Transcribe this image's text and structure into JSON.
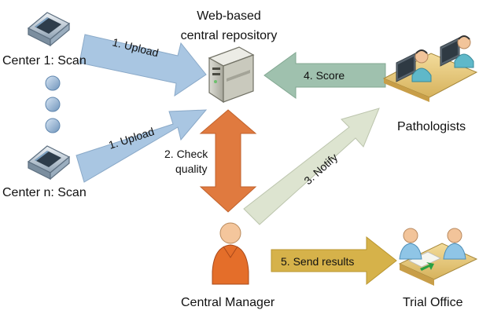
{
  "nodes": {
    "center1": "Center 1: Scan",
    "centern": "Center n: Scan",
    "repo_line1": "Web-based",
    "repo_line2": "central repository",
    "pathologists": "Pathologists",
    "manager": "Central Manager",
    "trial": "Trial Office"
  },
  "edges": {
    "upload1": "1. Upload",
    "uploadn": "1. Upload",
    "check_line1": "2. Check",
    "check_line2": "quality",
    "notify": "3. Notify",
    "score": "4. Score",
    "send": "5. Send results"
  },
  "colors": {
    "upload_arrow": "#a9c6e2",
    "score_arrow": "#9fc1ae",
    "notify_arrow": "#dde4d0",
    "check_arrow": "#e07a3f",
    "send_arrow": "#d6b24a",
    "person": "#e46e2a",
    "scanner": "#8ea3b4"
  },
  "icons": {
    "scanner": "scanner-icon",
    "server": "server-icon",
    "pathologists": "pathologist-workstation-icon",
    "manager": "person-icon",
    "trial": "office-meeting-icon",
    "ellipsis": "ellipsis-dot-icon"
  }
}
